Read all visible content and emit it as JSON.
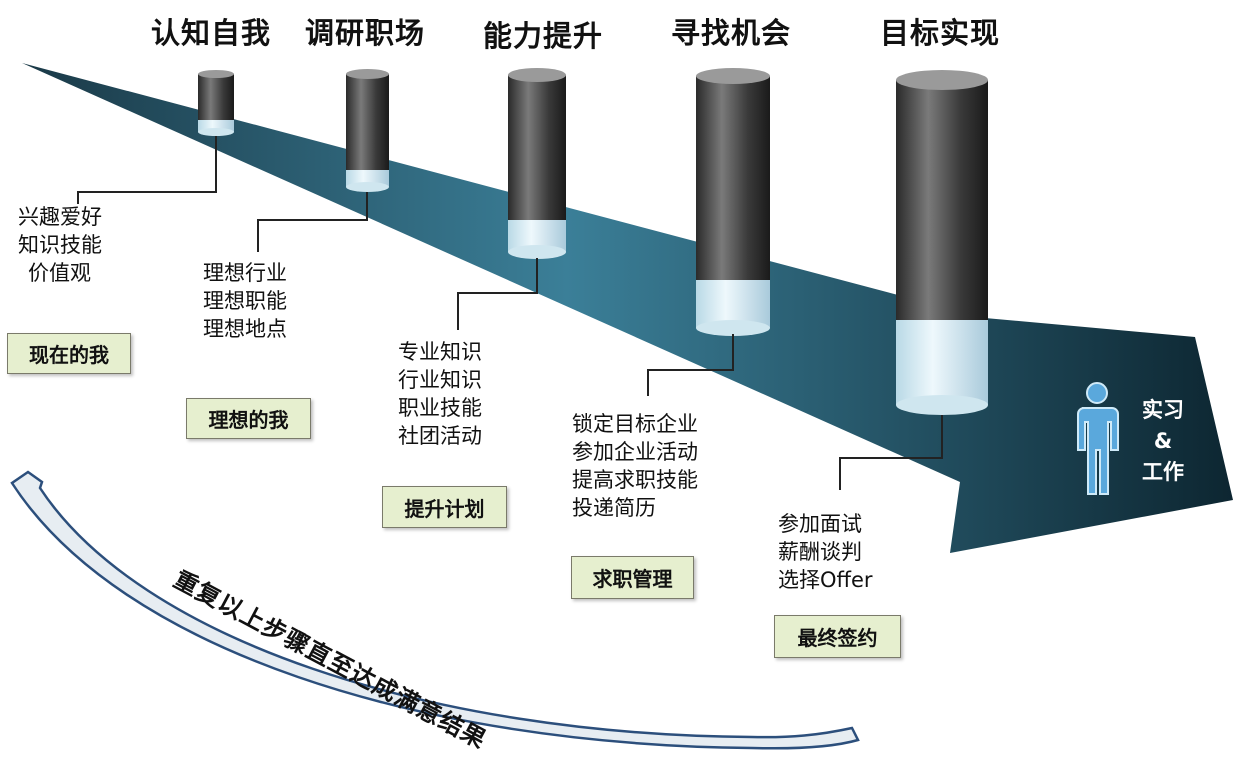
{
  "stages": [
    "认知自我",
    "调研职场",
    "能力提升",
    "寻找机会",
    "目标实现"
  ],
  "details": [
    [
      "兴趣爱好",
      "知识技能",
      "价值观"
    ],
    [
      "理想行业",
      "理想职能",
      "理想地点"
    ],
    [
      "专业知识",
      "行业知识",
      "职业技能",
      "社团活动"
    ],
    [
      "锁定目标企业",
      "参加企业活动",
      "提高求职技能",
      "投递简历"
    ],
    [
      "参加面试",
      "薪酬谈判",
      "选择Offer"
    ]
  ],
  "tags": [
    "现在的我",
    "理想的我",
    "提升计划",
    "求职管理",
    "最终签约"
  ],
  "goal": {
    "line1": "实习",
    "line2": "&",
    "line3": "工作"
  },
  "loop_label": "重复以上步骤直至达成满意结果",
  "colors": {
    "arrow_dark": "#0f2d3a",
    "arrow_light": "#3a7a93",
    "tag_bg": "#e6efcf",
    "person": "#5aa8dc"
  }
}
